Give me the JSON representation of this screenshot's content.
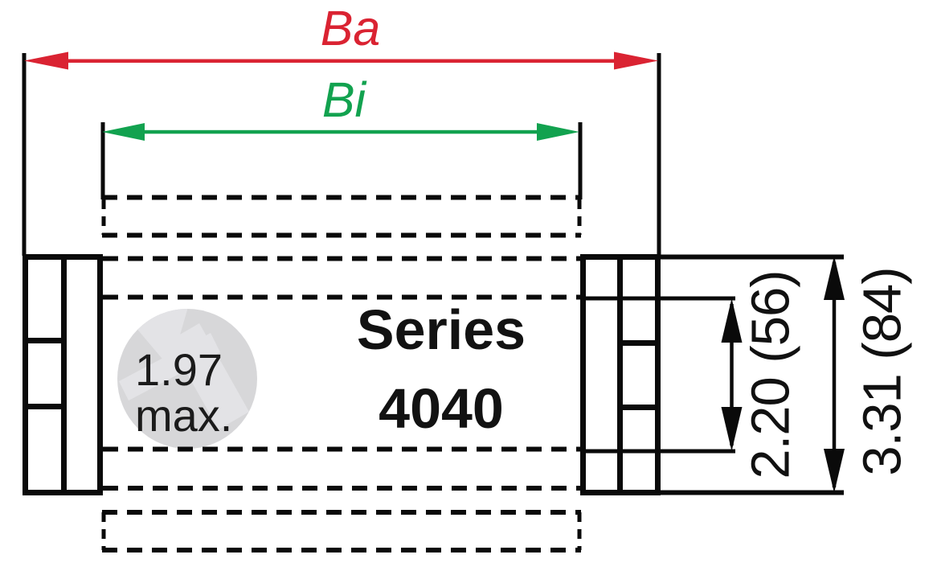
{
  "diagram": {
    "type": "technical-drawing-cross-section",
    "product": {
      "series_label": [
        "Series",
        "4040"
      ]
    },
    "watermark": {
      "bend_radius_note": [
        "1.97",
        "max."
      ]
    },
    "dims": {
      "outer_width": {
        "label": "Ba"
      },
      "inner_width": {
        "label": "Bi"
      },
      "inner_height": {
        "label": "2.20 (56)"
      },
      "outer_height": {
        "label": "3.31 (84)"
      }
    },
    "colors": {
      "outer_width_red": "#da2332",
      "inner_width_green": "#12a24f",
      "line_black": "#0a0a0a",
      "circle_gray": "#d7d7d9",
      "watermark_gray": "#e3e3e6"
    }
  }
}
